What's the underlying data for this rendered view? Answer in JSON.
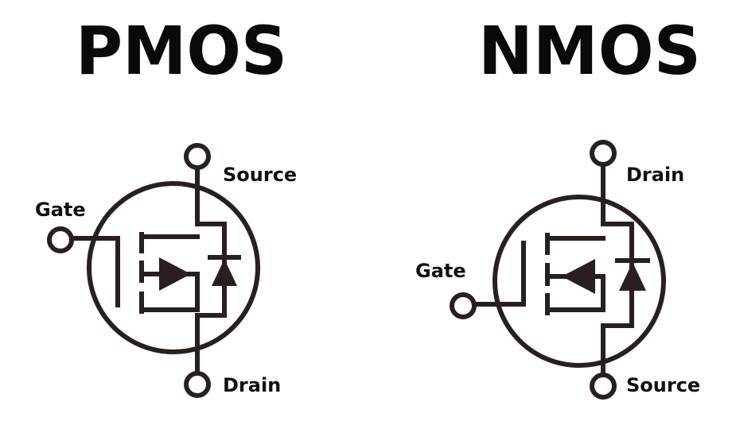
{
  "pmos": {
    "title": "PMOS",
    "labels": {
      "gate": "Gate",
      "source": "Source",
      "drain": "Drain"
    }
  },
  "nmos": {
    "title": "NMOS",
    "labels": {
      "gate": "Gate",
      "source": "Source",
      "drain": "Drain"
    }
  },
  "colors": {
    "background": "#ffffff",
    "ink": "#2a1f1f",
    "text": "#0a0a0a"
  }
}
